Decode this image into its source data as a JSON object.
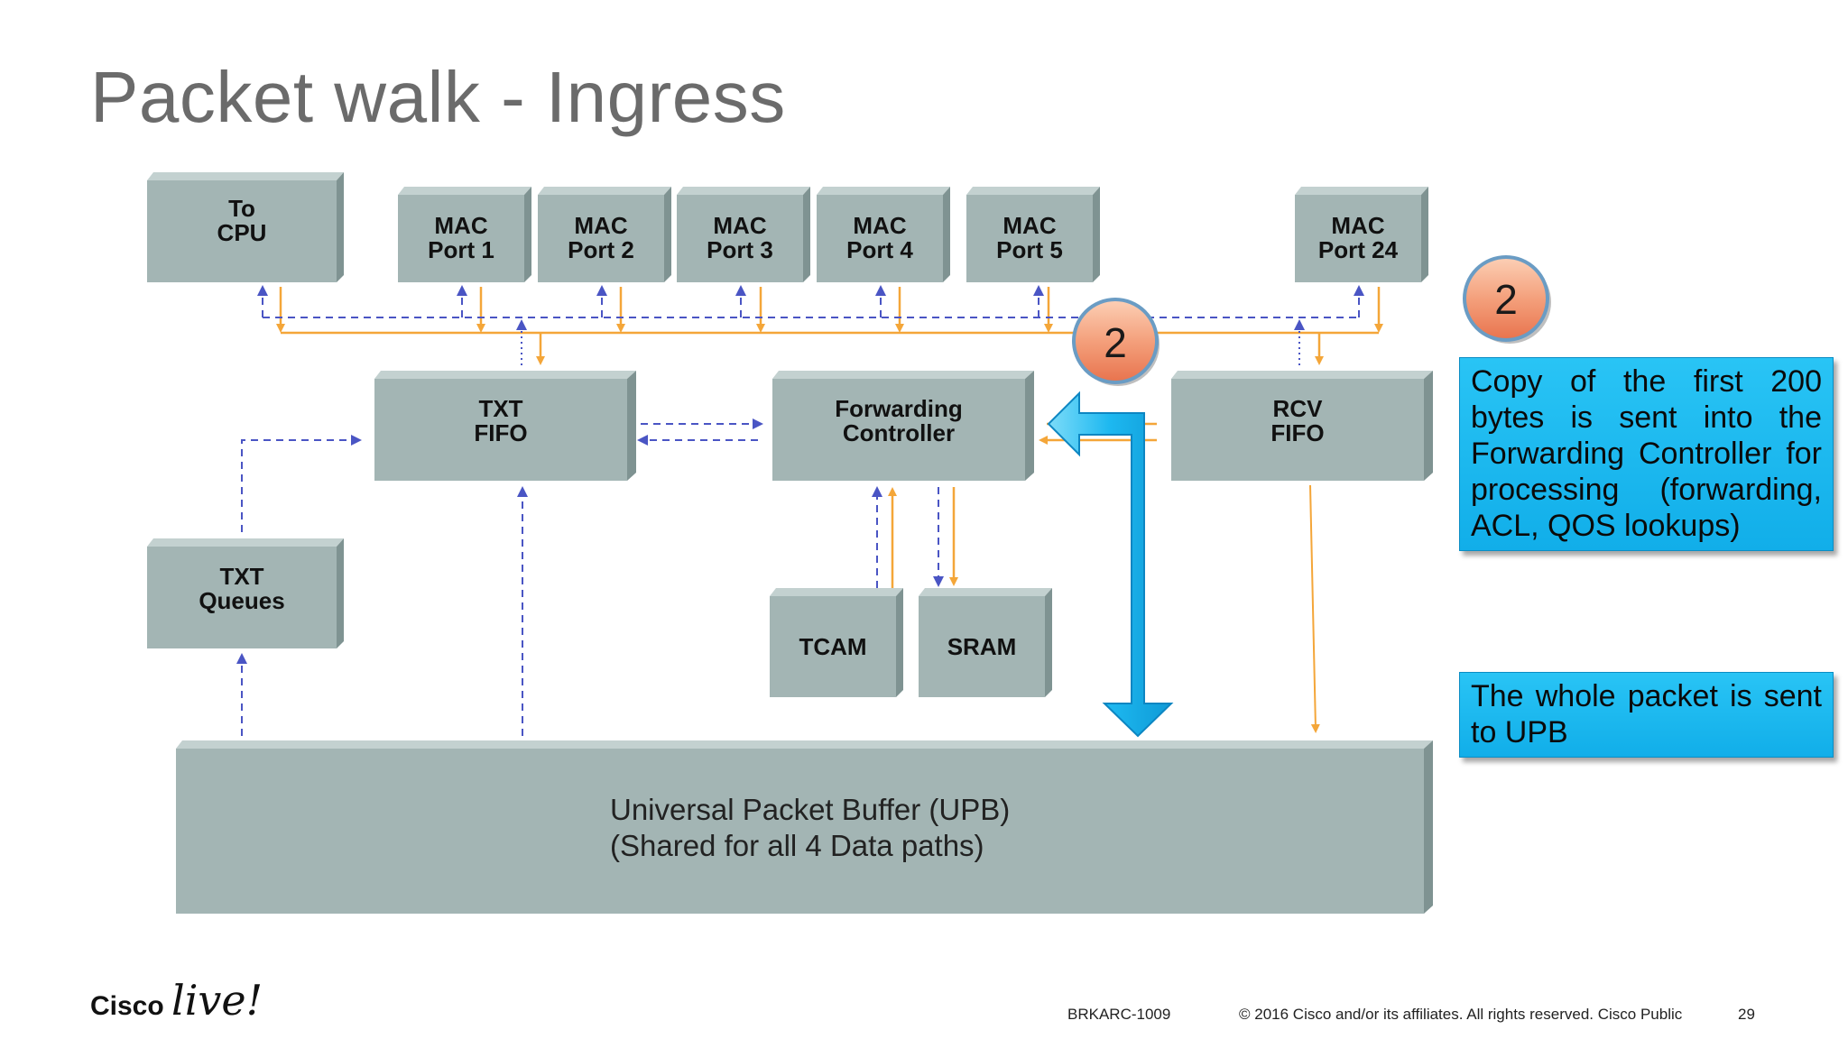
{
  "slide": {
    "title": "Packet walk - Ingress"
  },
  "diagram": {
    "blocks": {
      "to_cpu": "To\nCPU",
      "mac_port_1": "MAC\nPort 1",
      "mac_port_2": "MAC\nPort 2",
      "mac_port_3": "MAC\nPort 3",
      "mac_port_4": "MAC\nPort 4",
      "mac_port_5": "MAC\nPort 5",
      "mac_port_24": "MAC\nPort 24",
      "txt_fifo": "TXT\nFIFO",
      "forwarding_controller": "Forwarding\nController",
      "rcv_fifo": "RCV\nFIFO",
      "txt_queues": "TXT\nQueues",
      "tcam": "TCAM",
      "sram": "SRAM",
      "upb": "Universal Packet Buffer (UPB)\n(Shared for all 4 Data paths)"
    },
    "step_badge": "2",
    "colors": {
      "block_fill": "#a3b5b4",
      "solid_path": "#f4a639",
      "dashed_path": "#4a55c4",
      "big_arrow": "#22bdf2",
      "badge": "#f1916a"
    }
  },
  "callout": {
    "step_badge": "2",
    "note_1": "Copy of the first 200 bytes is sent into the Forwarding Controller for processing (forwarding, ACL, QOS lookups)",
    "note_2": "The whole packet is sent to UPB"
  },
  "footer": {
    "logo_text_1": "Cisco",
    "logo_text_2": "live!",
    "session_code": "BRKARC-1009",
    "copyright": "© 2016  Cisco and/or its affiliates. All rights reserved.   Cisco Public",
    "page_number": "29"
  }
}
